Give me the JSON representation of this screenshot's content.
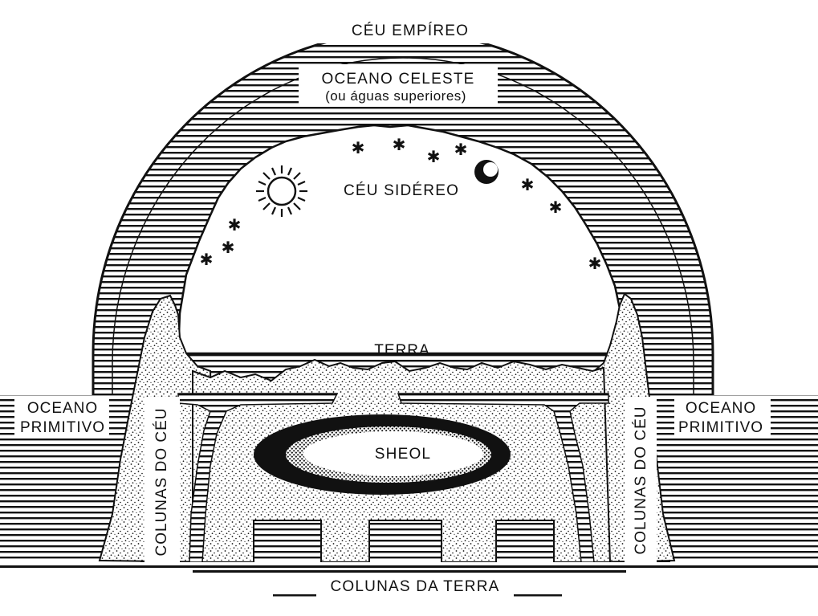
{
  "labels": {
    "ceu_empireo": "CÉU EMPÍREO",
    "oceano_celeste": "OCEANO CELESTE",
    "aguas_superiores": "(ou águas superiores)",
    "ceu_sidereo": "CÉU SIDÉREO",
    "terra": "TERRA",
    "sheol": "SHEOL",
    "colunas_da_terra": "COLUNAS DA TERRA",
    "oceano_primitivo_left_1": "OCEANO",
    "oceano_primitivo_left_2": "PRIMITIVO",
    "oceano_primitivo_right_1": "OCEANO",
    "oceano_primitivo_right_2": "PRIMITIVO",
    "colunas_do_ceu_left": "COLUNAS DO CÉU",
    "colunas_do_ceu_right": "COLUNAS DO CÉU"
  },
  "icons": {
    "sun": "sun-icon",
    "moon": "moon-icon",
    "star": "star-icon"
  },
  "colors": {
    "ink": "#111111",
    "paper": "#ffffff"
  }
}
